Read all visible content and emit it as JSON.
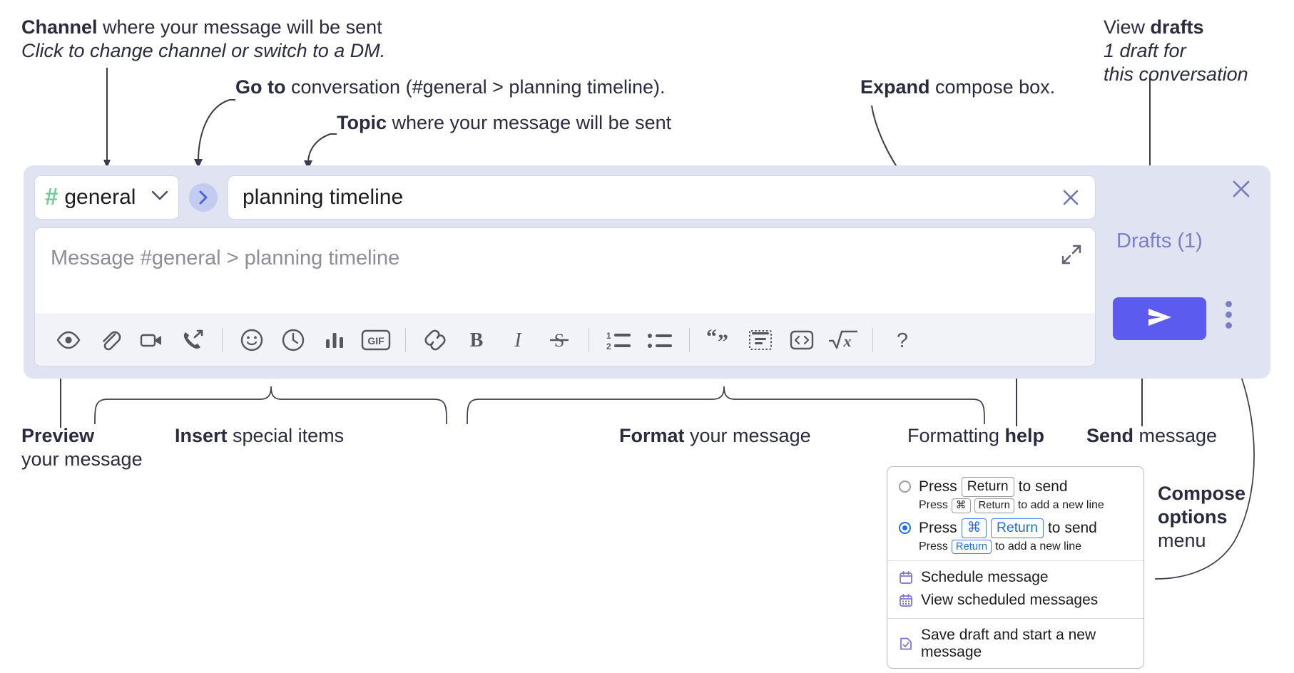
{
  "annotations": {
    "channel": {
      "bold": "Channel",
      "rest": " where your message will be sent",
      "italic": "Click to change channel or switch to a DM."
    },
    "goto": {
      "bold": "Go to",
      "rest": " conversation (#general > planning timeline)."
    },
    "topic": {
      "bold": "Topic",
      "rest": " where your message will be sent"
    },
    "expand": {
      "bold": "Expand",
      "rest": " compose box."
    },
    "drafts": {
      "lead": "View ",
      "bold": "drafts",
      "italic1": "1 draft for",
      "italic2": "this conversation"
    },
    "preview": {
      "bold": "Preview",
      "line2": "your message"
    },
    "insert": {
      "bold": "Insert",
      "rest": " special items"
    },
    "format": {
      "bold": "Format",
      "rest": " your message"
    },
    "help": {
      "lead": "Formatting ",
      "bold": "help"
    },
    "send": {
      "bold": "Send",
      "rest": " message"
    },
    "compose_options": {
      "bold1": "Compose",
      "bold2": "options",
      "rest": "menu"
    }
  },
  "compose": {
    "channel": {
      "icon": "hash-icon",
      "name": "general",
      "chevron": "chevron-down-icon"
    },
    "goto_button": {
      "icon": "chevron-right-icon"
    },
    "topic": {
      "value": "planning timeline",
      "clear_icon": "close-x-icon"
    },
    "message": {
      "placeholder": "Message #general > planning timeline",
      "expand_icon": "expand-arrows-icon"
    },
    "toolbar": [
      {
        "name": "preview-icon",
        "label": "Preview"
      },
      {
        "name": "attachment-icon",
        "label": "Attach file"
      },
      {
        "name": "video-icon",
        "label": "Record video clip"
      },
      {
        "name": "audio-call-icon",
        "label": "Record audio clip"
      },
      {
        "name": "separator-1",
        "label": ""
      },
      {
        "name": "emoji-icon",
        "label": "Emoji"
      },
      {
        "name": "clock-icon",
        "label": "Reminder"
      },
      {
        "name": "poll-icon",
        "label": "Poll"
      },
      {
        "name": "gif-icon",
        "label": "GIF"
      },
      {
        "name": "separator-2",
        "label": ""
      },
      {
        "name": "link-icon",
        "label": "Link"
      },
      {
        "name": "bold-icon",
        "label": "B"
      },
      {
        "name": "italic-icon",
        "label": "I"
      },
      {
        "name": "strikethrough-icon",
        "label": "S"
      },
      {
        "name": "separator-3",
        "label": ""
      },
      {
        "name": "ordered-list-icon",
        "label": "Ordered list"
      },
      {
        "name": "bulleted-list-icon",
        "label": "Bulleted list"
      },
      {
        "name": "separator-4",
        "label": ""
      },
      {
        "name": "blockquote-icon",
        "label": "Blockquote"
      },
      {
        "name": "code-block-icon",
        "label": "Code block"
      },
      {
        "name": "inline-code-icon",
        "label": "Code"
      },
      {
        "name": "latex-icon",
        "label": "LaTeX"
      },
      {
        "name": "separator-5",
        "label": ""
      },
      {
        "name": "help-icon",
        "label": "?"
      }
    ],
    "right_panel": {
      "close_icon": "close-x-icon",
      "drafts_label": "Drafts (1)",
      "send_icon": "send-plane-icon",
      "options_icon": "kebab-menu-icon"
    }
  },
  "popup": {
    "options": [
      {
        "selected": false,
        "main": [
          {
            "t": "Press",
            "k": false
          },
          {
            "t": "Return",
            "k": true
          },
          {
            "t": "to send",
            "k": false
          }
        ],
        "sub": [
          {
            "t": "Press",
            "k": false
          },
          {
            "t": "⌘",
            "k": true
          },
          {
            "t": "Return",
            "k": true
          },
          {
            "t": "to add a new line",
            "k": false
          }
        ]
      },
      {
        "selected": true,
        "main": [
          {
            "t": "Press",
            "k": false
          },
          {
            "t": "⌘",
            "k": true
          },
          {
            "t": "Return",
            "k": true
          },
          {
            "t": "to send",
            "k": false
          }
        ],
        "sub": [
          {
            "t": "Press",
            "k": false
          },
          {
            "t": "Return",
            "k": true
          },
          {
            "t": "to add a new line",
            "k": false
          }
        ]
      }
    ],
    "menu_items": [
      {
        "icon": "calendar-schedule-icon",
        "label": "Schedule message"
      },
      {
        "icon": "calendar-grid-icon",
        "label": "View scheduled messages"
      },
      {
        "icon": "save-draft-icon",
        "label": "Save draft and start a new message"
      }
    ]
  },
  "colors": {
    "accent_send": "#5B5BF0",
    "compose_bg": "#E0E3F2",
    "hash_green": "#6FCB97",
    "drafts_purple": "#7B7FC4",
    "radio_blue": "#1D6FE0",
    "menu_icon_purple": "#7A6FD8"
  }
}
